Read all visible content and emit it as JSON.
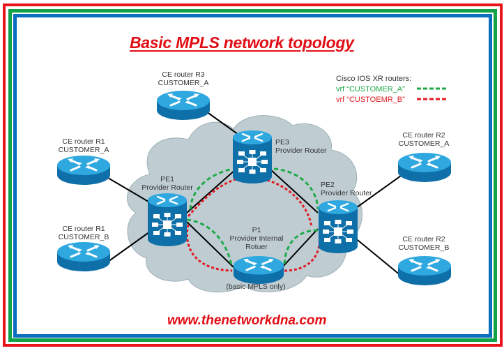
{
  "title": "Basic MPLS network topology",
  "footer_url": "www.thenetworkdna.com",
  "colors": {
    "frame_outer": "#e8141b",
    "frame_middle": "#13a24a",
    "frame_inner": "#0b6fc0",
    "title": "#e10d14",
    "cloud": "#bfcdd3",
    "router_top": "#2fa8e0",
    "router_side": "#0f6fa8",
    "vrf_a": "#1faa4a",
    "vrf_b": "#e01b22"
  },
  "legend": {
    "title": "Cisco IOS XR routers:",
    "items": [
      {
        "label": "vrf “CUSTOMER_A”",
        "style": "green-dashed"
      },
      {
        "label": "vrf “CUSTOEMR_B”",
        "style": "red-dashed"
      }
    ]
  },
  "nodes": {
    "ce_r3_a": {
      "line1": "CE router R3",
      "line2": "CUSTOMER_A",
      "type": "router"
    },
    "ce_r1_a": {
      "line1": "CE router R1",
      "line2": "CUSTOMER_A",
      "type": "router"
    },
    "ce_r1_b": {
      "line1": "CE router R1",
      "line2": "CUSTOMER_B",
      "type": "router"
    },
    "ce_r2_a": {
      "line1": "CE router R2",
      "line2": "CUSTOMER_A",
      "type": "router"
    },
    "ce_r2_b": {
      "line1": "CE router R2",
      "line2": "CUSTOMER_B",
      "type": "router"
    },
    "pe1": {
      "line1": "PE1",
      "line2": "Provider Router",
      "type": "multilayer-switch"
    },
    "pe2": {
      "line1": "PE2",
      "line2": "Provider Router",
      "type": "multilayer-switch"
    },
    "pe3": {
      "line1": "PE3",
      "line2": "Provider Router",
      "type": "multilayer-switch"
    },
    "p1": {
      "line1": "P1",
      "line2": "Provider Internal",
      "line3": "Rotuer",
      "note": "(basic MPLS only)",
      "type": "router"
    }
  },
  "links": [
    [
      "ce_r3_a",
      "pe3"
    ],
    [
      "ce_r1_a",
      "pe1"
    ],
    [
      "ce_r1_b",
      "pe1"
    ],
    [
      "ce_r2_a",
      "pe2"
    ],
    [
      "ce_r2_b",
      "pe2"
    ],
    [
      "pe1",
      "pe3"
    ],
    [
      "pe1",
      "p1"
    ],
    [
      "pe3",
      "pe2"
    ],
    [
      "p1",
      "pe2"
    ]
  ]
}
